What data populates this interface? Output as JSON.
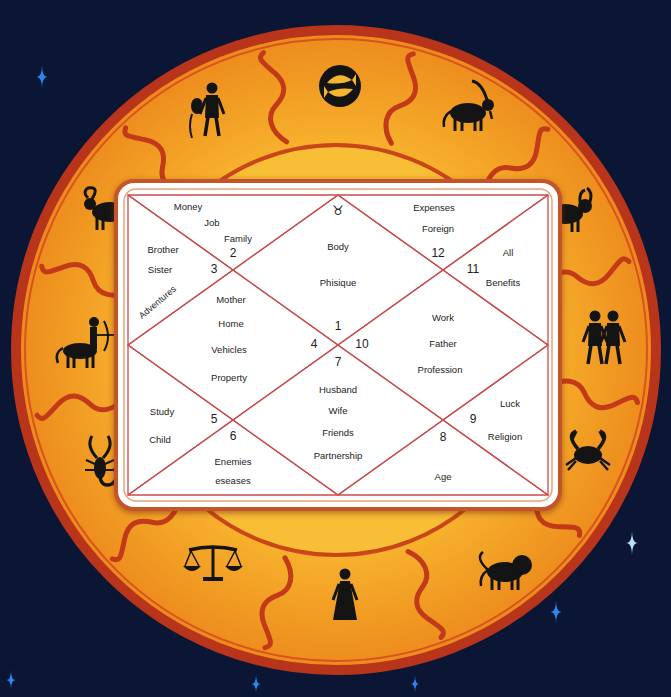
{
  "diagram": {
    "nodes": [
      {
        "text": [
          "Money",
          "Job",
          "Family",
          "2"
        ]
      },
      {
        "text": [
          "♉",
          "Body",
          "Phisique",
          "1"
        ]
      },
      {
        "text": [
          "Expenses",
          "Foreign",
          "12"
        ]
      },
      {
        "text": [
          "Brother",
          "Sister",
          "3",
          "Adventures"
        ]
      },
      {
        "text": [
          "All",
          "Benefits",
          "11"
        ]
      },
      {
        "text": [
          "Mother",
          "Home",
          "Vehicles",
          "Property",
          "4"
        ]
      },
      {
        "text": [
          "Work",
          "10",
          "Father",
          "Profession"
        ]
      },
      {
        "text": [
          "7",
          "Husband",
          "Wife",
          "Friends",
          "Partnership"
        ]
      },
      {
        "text": [
          "Study",
          "5",
          "Child"
        ]
      },
      {
        "text": [
          "Luck",
          "9",
          "Religion"
        ]
      },
      {
        "text": [
          "6",
          "Enemies",
          "eseases"
        ]
      },
      {
        "text": [
          "8",
          "Age"
        ]
      }
    ]
  }
}
